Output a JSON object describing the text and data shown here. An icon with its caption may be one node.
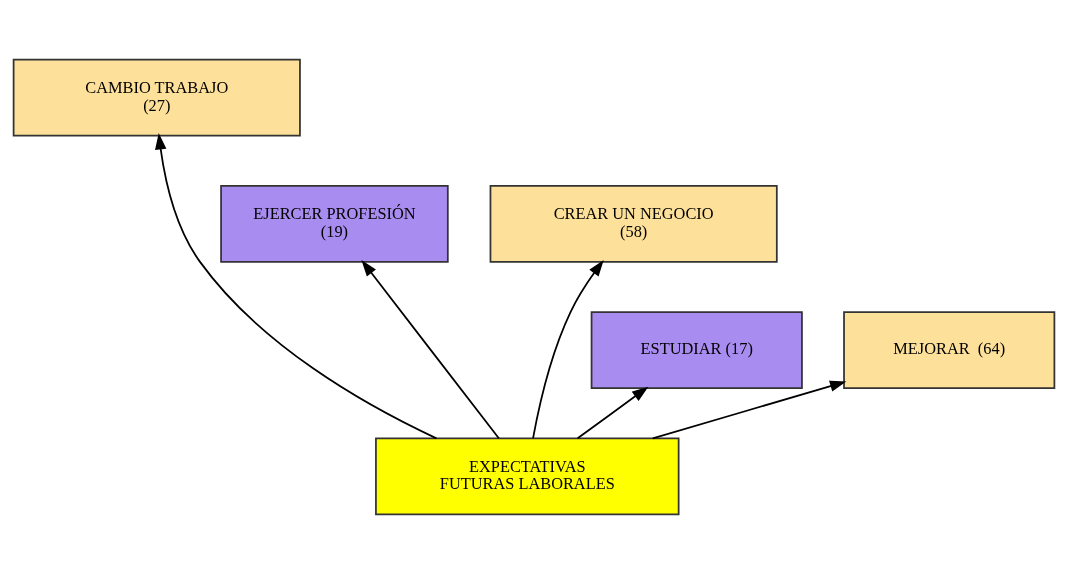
{
  "diagram": {
    "nodes": [
      {
        "text": [
          "CAMBIO TRABAJO (27)"
        ]
      },
      {
        "text": [
          "EJERCER PROFESIÓN (19)"
        ]
      },
      {
        "text": [
          "CREAR UN NEGOCIO (58)"
        ]
      },
      {
        "text": [
          "ESTUDIAR (17)"
        ]
      },
      {
        "text": [
          "MEJORAR  (64)"
        ]
      },
      {
        "text": [
          "EXPECTATIVAS FUTURAS LABORALES"
        ]
      }
    ],
    "edges": [
      {
        "from": 5,
        "to": 3,
        "arrow": "to"
      },
      {
        "from": 5,
        "to": 1,
        "arrow": "to"
      },
      {
        "from": 5,
        "to": 0,
        "arrow": "to"
      },
      {
        "from": 5,
        "to": 2,
        "arrow": "to"
      },
      {
        "from": 5,
        "to": 4,
        "arrow": "to"
      }
    ]
  }
}
